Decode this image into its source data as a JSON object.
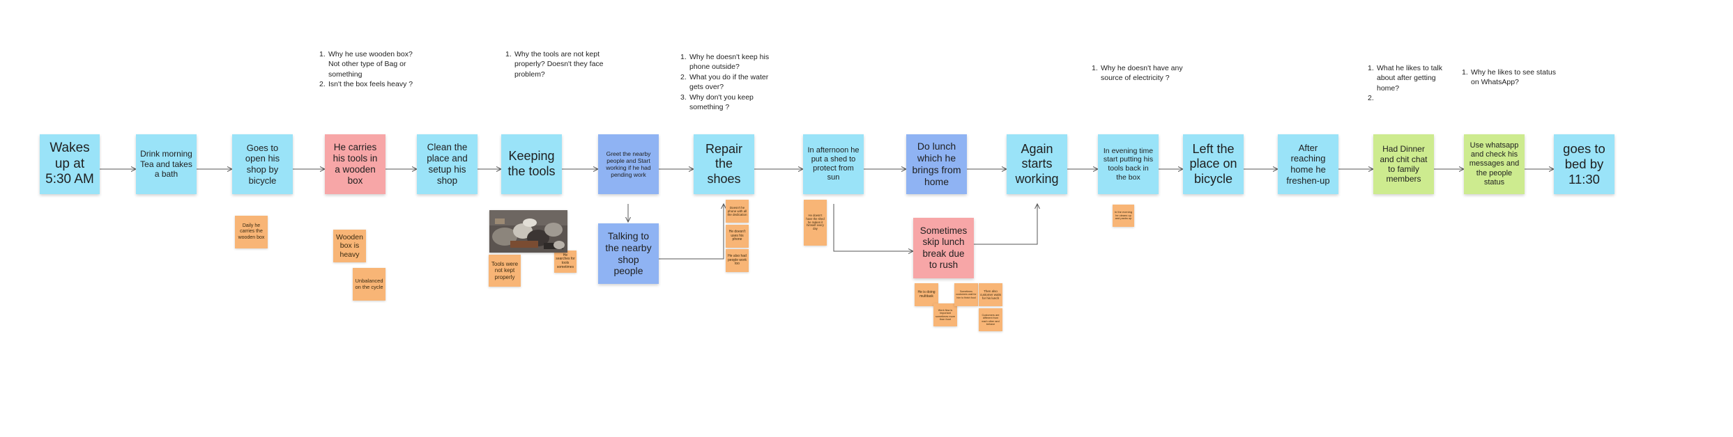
{
  "colors": {
    "step": "#9ae3f8",
    "blue": "#8fb3f3",
    "red": "#f7a6a7",
    "green": "#cdeb8f",
    "note": "#f8b576",
    "arrow": "#555555"
  },
  "steps": {
    "wake": "Wakes up at 5:30 AM",
    "drink": "Drink morning Tea and takes a bath",
    "goes_shop": "Goes to open his shop by bicycle",
    "carries_tools": "He carries his tools in a wooden box",
    "clean": "Clean the place and setup his shop",
    "keeping_tools": "Keeping the tools",
    "greet": "Greet the nearby people and Start working if he had pending work",
    "repair": "Repair the shoes",
    "shed": "In afternoon he put a shed to protect from sun",
    "lunch": "Do lunch which he brings from home",
    "again": "Again starts working",
    "evening": "In evening time start putting his tools back in the box",
    "left": "Left the place on bicycle",
    "after": "After reaching home he freshen-up",
    "dinner": "Had Dinner and chit chat to family members",
    "whatsapp": "Use whatsapp and check his messages and the people status",
    "bed": "goes to bed by 11:30",
    "talking": "Talking to the nearby shop people",
    "skip_lunch": "Sometimes skip lunch break due to rush"
  },
  "notes": {
    "daily": "Daily he carries the wooden box",
    "heavy": "Wooden box is heavy",
    "unbalanced": "Unbalanced on the cycle",
    "not_kept": "Tools were not kept properly",
    "searches": "He searches for tools sometimes",
    "repair_1": "Doesn't he phone with all the dedication",
    "repair_2": "He doesn't uses his phone",
    "repair_3": "He also had people work too",
    "shed_1": "He doesn't have the shed he makes it himself every day",
    "evening_1": "In the evening he cleans up and packs up",
    "lunch_1": "He is doing multitask",
    "lunch_2": "Work flow is important sometimes more than food",
    "lunch_3": "Sometimes customers wait for him to finish food",
    "lunch_4": "Then also customer waits for his lunch",
    "lunch_5": "Customers are different from each other and behave"
  },
  "questions": {
    "wooden_box": [
      {
        "num": "1.",
        "text": "Why he use wooden box? Not other type of Bag or something"
      },
      {
        "num": "2.",
        "text": "Isn't the box feels heavy ?"
      }
    ],
    "tools": [
      {
        "num": "1.",
        "text": "Why the tools are not kept properly? Doesn't they face problem?"
      }
    ],
    "repair": [
      {
        "num": "1.",
        "text": "Why he doesn't keep his phone outside?"
      },
      {
        "num": "2.",
        "text": "What you do if the water gets over?"
      },
      {
        "num": "3.",
        "text": "Why don't you keep something ?"
      }
    ],
    "electricity": [
      {
        "num": "1.",
        "text": "Why he doesn't have any source of electricity ?"
      }
    ],
    "dinner": [
      {
        "num": "1.",
        "text": "What he likes to talk about after getting home?"
      },
      {
        "num": "2.",
        "text": ""
      }
    ],
    "status": [
      {
        "num": "1.",
        "text": "Why he likes to see status on WhatsApp?"
      }
    ]
  }
}
